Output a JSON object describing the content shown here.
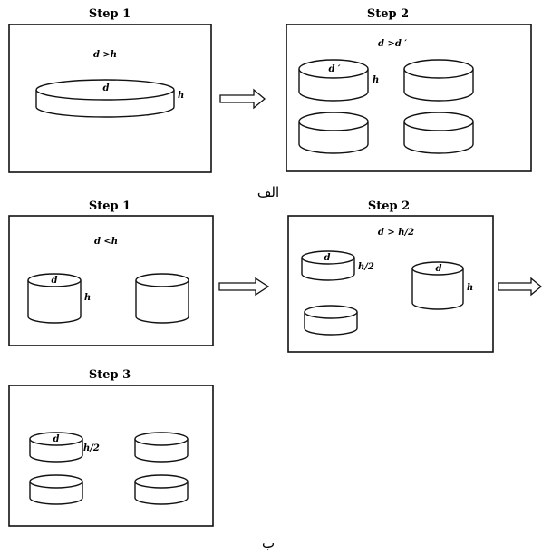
{
  "part_a": {
    "caption": "الف",
    "step1": {
      "title": "Step 1",
      "condition": "d >h",
      "diam_label": "d",
      "height_label": "h"
    },
    "step2": {
      "title": "Step 2",
      "condition": "d >d ′",
      "diam_label": "d ′",
      "height_label": "h"
    }
  },
  "part_b": {
    "caption": "ب",
    "step1": {
      "title": "Step 1",
      "condition": "d <h",
      "diam_label": "d",
      "height_label": "h"
    },
    "step2": {
      "title": "Step 2",
      "condition": "d > h/2",
      "diam_label_a": "d",
      "height_label_a": "h/2",
      "diam_label_b": "d",
      "height_label_b": "h"
    },
    "step3": {
      "title": "Step 3",
      "diam_label": "d",
      "height_label": "h/2"
    }
  }
}
